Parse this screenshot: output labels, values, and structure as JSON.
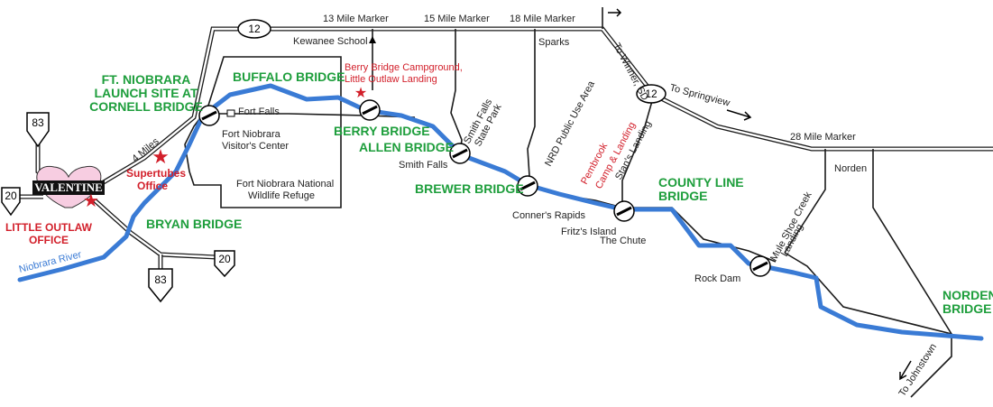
{
  "colors": {
    "river": "#3a7bd5",
    "bridge_label": "#1e9e3c",
    "office_label": "#d21f2a",
    "campground_label": "#d21f2a",
    "valentine_fill": "#f7cde1",
    "road": "#1a1a1a"
  },
  "highway_shields": {
    "us12_top": "12",
    "us12_east": "12",
    "us83_north": "83",
    "us83_south": "83",
    "us20_west": "20",
    "us20_east": "20"
  },
  "mile_markers": {
    "m13": "13 Mile Marker",
    "m15": "15 Mile Marker",
    "m18": "18 Mile Marker",
    "m28": "28 Mile Marker"
  },
  "towns": {
    "valentine": "VALENTINE",
    "sparks": "Sparks",
    "norden": "Norden"
  },
  "directions": {
    "to_winner": "To Winner, SD",
    "to_springview": "To Springview",
    "to_johnstown": "To Johnstown",
    "four_miles": "4 Miles"
  },
  "bridges": {
    "buffalo": "BUFFALO BRIDGE",
    "ft_niobrara_line1": "FT. NIOBRARA",
    "ft_niobrara_line2": "LAUNCH SITE AT",
    "ft_niobrara_line3": "CORNELL BRIDGE",
    "berry": "BERRY BRIDGE",
    "allen": "ALLEN BRIDGE",
    "brewer": "BREWER BRIDGE",
    "county_line_1": "COUNTY LINE",
    "county_line_2": "BRIDGE",
    "bryan": "BRYAN BRIDGE",
    "norden_1": "NORDEN",
    "norden_2": "BRIDGE"
  },
  "offices": {
    "supertubes_1": "Supertubes",
    "supertubes_2": "Office",
    "little_outlaw_1": "LITTLE OUTLAW",
    "little_outlaw_2": "OFFICE"
  },
  "campground": {
    "line1": "Berry Bridge Campground,",
    "line2": "Little Outlaw Landing",
    "pembrook_1": "Pembrook",
    "pembrook_2": "Camp & Landing"
  },
  "places": {
    "kewanee_school": "Kewanee School",
    "fort_falls": "Fort Falls",
    "visitor_center_1": "Fort Niobrara",
    "visitor_center_2": "Visitor's Center",
    "refuge_1": "Fort Niobrara National",
    "refuge_2": "Wildlife Refuge",
    "smith_falls": "Smith Falls",
    "smith_falls_park_1": "Smith Falls",
    "smith_falls_park_2": "State Park",
    "nrd": "NRD Public Use Area",
    "stans": "Stan's Landing",
    "conners": "Conner's Rapids",
    "fritzs": "Fritz's Island",
    "chute": "The Chute",
    "mule_shoe_1": "Mule Shoe Creek",
    "mule_shoe_2": "Landing",
    "rock_dam": "Rock Dam",
    "niobrara_river": "Niobrara River"
  }
}
